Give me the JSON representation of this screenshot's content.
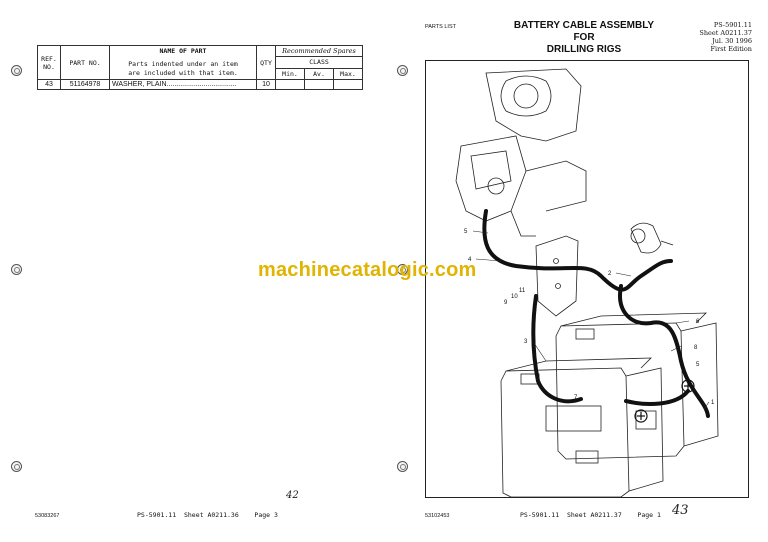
{
  "left_page": {
    "table": {
      "headers": {
        "ref_no": "REF. NO.",
        "part_no": "PART NO.",
        "name_of_part": "NAME OF PART",
        "name_note_line1": "Parts indented under an item",
        "name_note_line2": "are included with that item.",
        "qty": "QTY",
        "recommended_spares": "Recommended Spares",
        "class": "CLASS",
        "min": "Min.",
        "av": "Av.",
        "max": "Max."
      },
      "rows": [
        {
          "ref": "43",
          "part_no": "51164978",
          "name": "WASHER, PLAIN",
          "qty": "10",
          "min": "",
          "av": "",
          "max": ""
        }
      ]
    },
    "footer": {
      "code": "53083267",
      "center": "PS-5901.11  Sheet A0211.36    Page 3",
      "handwritten_page": "42"
    }
  },
  "right_page": {
    "label": "PARTS LIST",
    "title_line1": "BATTERY CABLE ASSEMBLY",
    "title_line2": "FOR",
    "title_line3": "DRILLING RIGS",
    "meta": {
      "ps": "PS-5901.11",
      "sheet": "Sheet A0211.37",
      "date": "Jul. 30 1996",
      "edition": "First Edition"
    },
    "callouts": [
      "1",
      "2",
      "3",
      "4",
      "5",
      "6",
      "7",
      "8",
      "9",
      "10",
      "11"
    ],
    "footer": {
      "code": "53102453",
      "center": "PS-5901.11  Sheet A0211.37    Page 1",
      "handwritten_page": "43"
    }
  },
  "watermark": "machinecatalogic.com"
}
